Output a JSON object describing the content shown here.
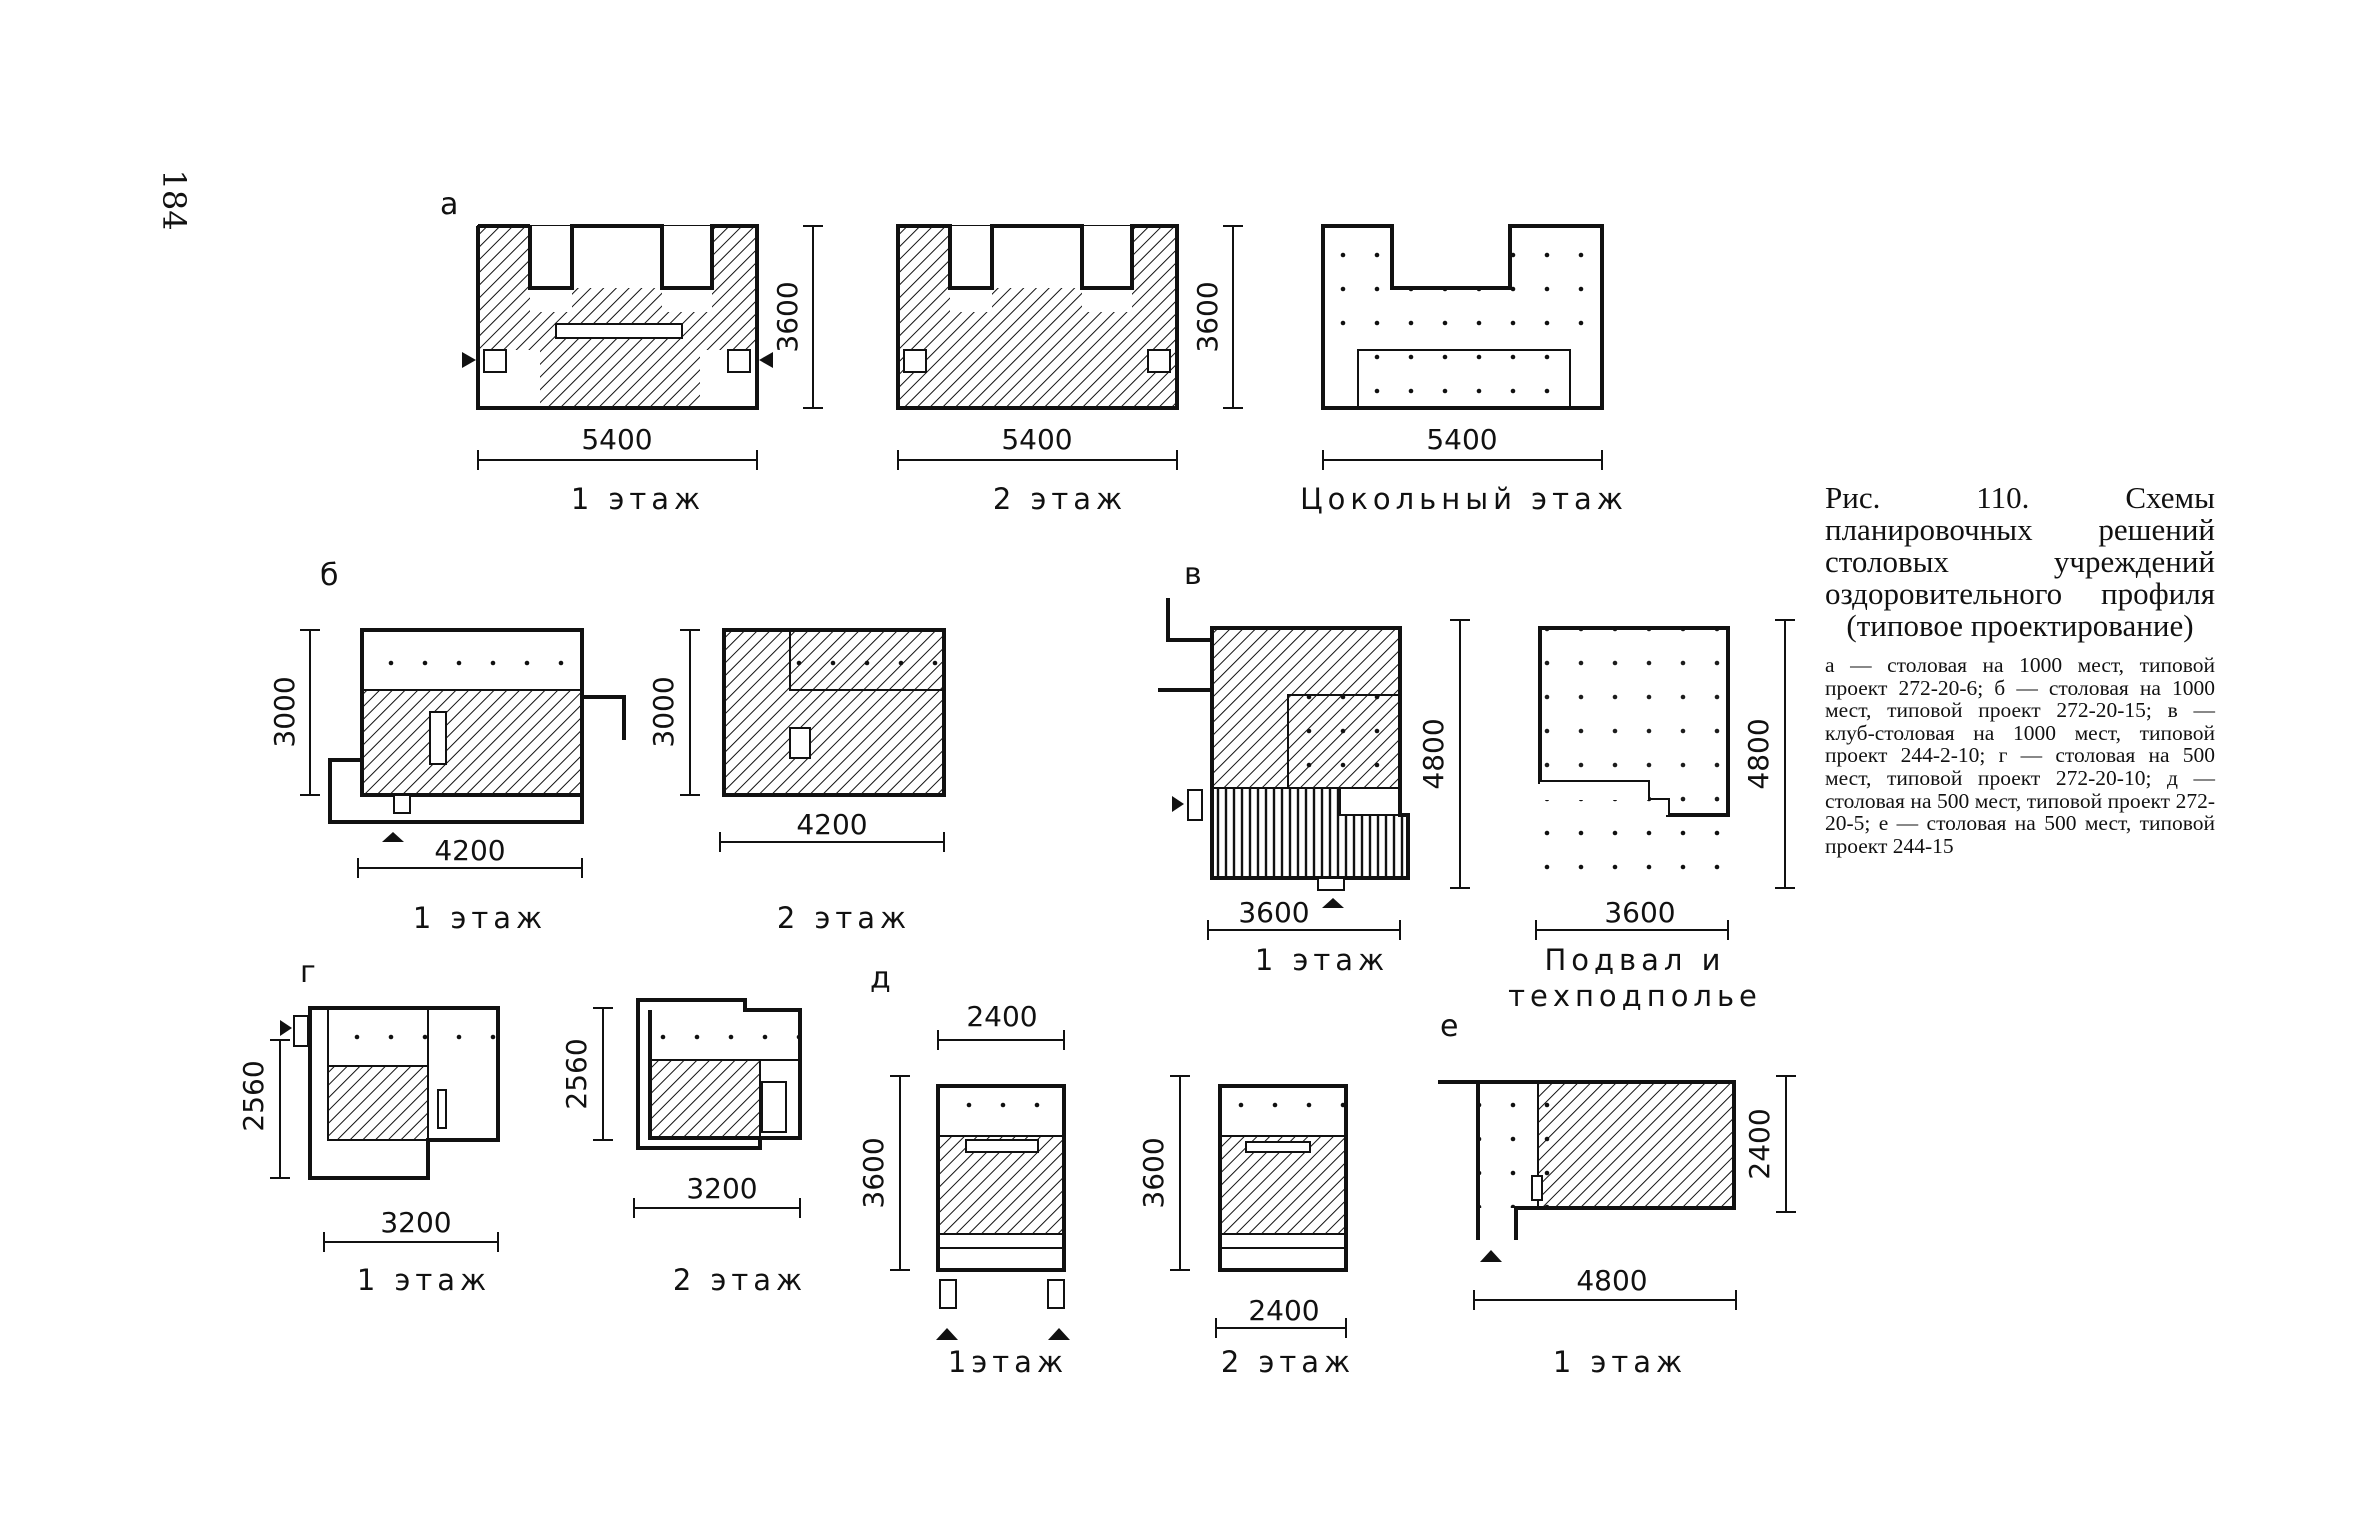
{
  "page_number": "184",
  "caption": {
    "title": "Рис. 110. Схемы планировочных решений столовых учреждений оздоровительного профиля (типовое проектирование)",
    "body": "а — столовая на 1000 мест, типовой проект 272-20-6; б — столовая на 1000 мест, типовой проект 272-20-15; в — клуб-столовая на 1000 мест, типовой проект 244-2-10; г — столовая на 500 мест, типовой проект 272-20-10; д — столовая на 500 мест, типовой проект 272-20-5; е — столовая на 500 мест, типовой проект 244-15"
  },
  "groups": {
    "a": {
      "letter": "а",
      "plans": [
        {
          "label": "1 этаж",
          "width": "5400",
          "height": "3600"
        },
        {
          "label": "2 этаж",
          "width": "5400",
          "height": "3600"
        },
        {
          "label": "Цокольный этаж",
          "width": "5400"
        }
      ]
    },
    "b": {
      "letter": "б",
      "plans": [
        {
          "label": "1 этаж",
          "width": "4200",
          "height": "3000"
        },
        {
          "label": "2 этаж",
          "width": "4200",
          "height": "3000"
        }
      ]
    },
    "v": {
      "letter": "в",
      "plans": [
        {
          "label": "1 этаж",
          "width": "3600",
          "height": "4800"
        },
        {
          "label_line1": "Подвал и",
          "label_line2": "техподполье",
          "width": "3600",
          "height": "4800"
        }
      ]
    },
    "g": {
      "letter": "г",
      "plans": [
        {
          "label": "1 этаж",
          "width": "3200",
          "height": "2560"
        },
        {
          "label": "2 этаж",
          "width": "3200",
          "height": "2560"
        }
      ]
    },
    "d": {
      "letter": "д",
      "plans": [
        {
          "label": "1этаж",
          "width": "2400",
          "height": "3600"
        },
        {
          "label": "2 этаж",
          "width": "2400",
          "height": "3600"
        }
      ]
    },
    "e": {
      "letter": "е",
      "plans": [
        {
          "label": "1 этаж",
          "width": "4800",
          "height": "2400"
        }
      ]
    }
  }
}
